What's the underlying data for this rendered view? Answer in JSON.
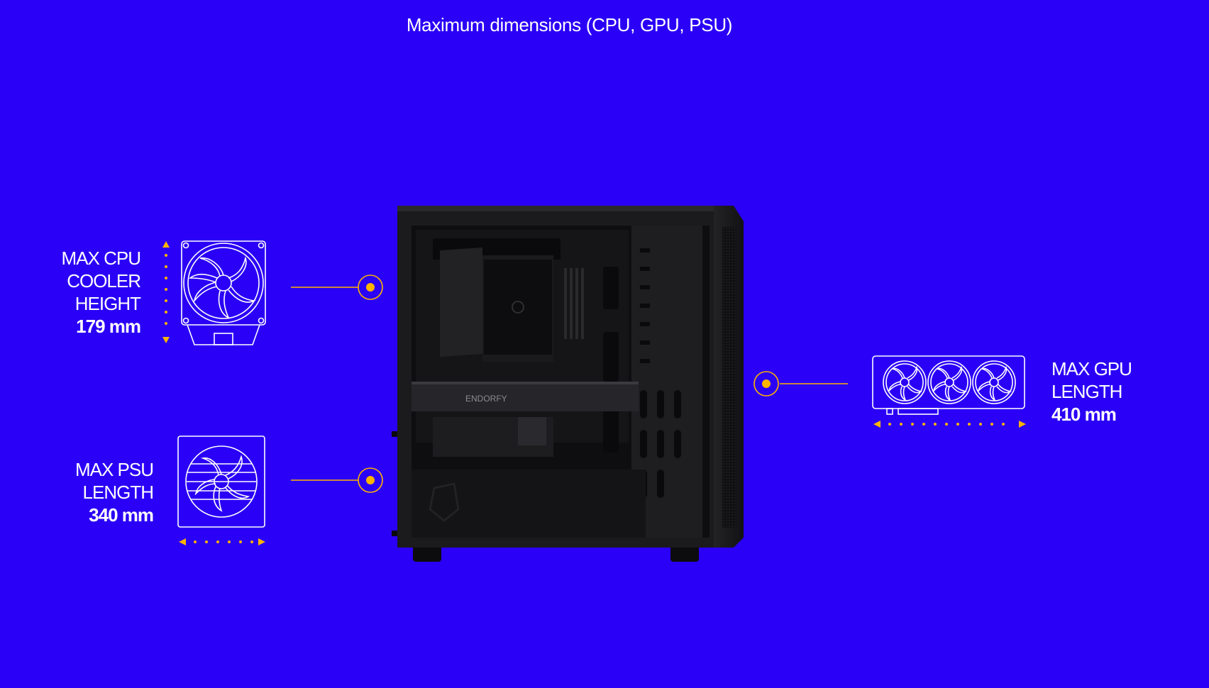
{
  "title": "Maximum dimensions (CPU, GPU, PSU)",
  "specs": {
    "cpu": {
      "lines": [
        "MAX CPU",
        "COOLER",
        "HEIGHT"
      ],
      "value": "179 mm",
      "icon": "cpu-cooler-icon"
    },
    "psu": {
      "lines": [
        "MAX PSU",
        "LENGTH"
      ],
      "value": "340 mm",
      "icon": "psu-icon"
    },
    "gpu": {
      "lines": [
        "MAX GPU",
        "LENGTH"
      ],
      "value": "410 mm",
      "icon": "gpu-icon"
    }
  },
  "case_brand": "ENDORFY",
  "colors": {
    "background": "#2a00f6",
    "accent": "#ffb400",
    "text": "#ffffff"
  }
}
